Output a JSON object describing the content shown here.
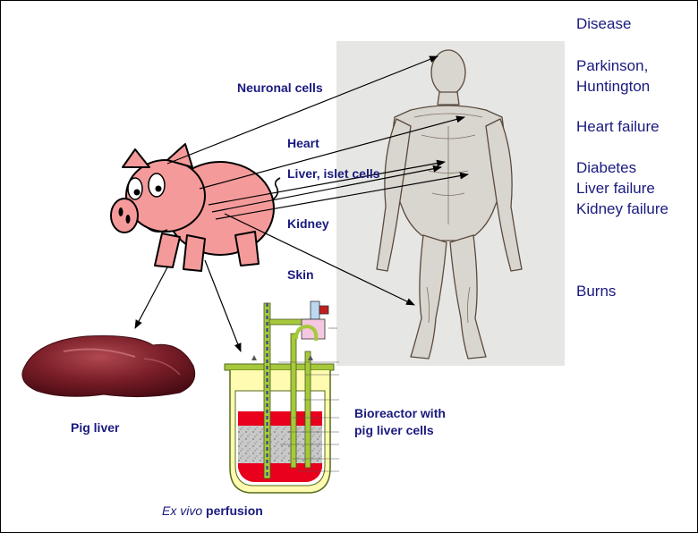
{
  "organ_labels": {
    "neuronal": "Neuronal cells",
    "heart": "Heart",
    "liver_islet": "Liver, islet cells",
    "kidney": "Kidney",
    "skin": "Skin"
  },
  "disease_column": {
    "header": "Disease",
    "neuro_line1": "Parkinson,",
    "neuro_line2": "Huntington",
    "heart": "Heart failure",
    "diabetes": "Diabetes",
    "liver": "Liver failure",
    "kidney": "Kidney failure",
    "burns": "Burns"
  },
  "bottom_labels": {
    "pig_liver": "Pig liver",
    "bioreactor_line1": "Bioreactor with",
    "bioreactor_line2": "pig liver cells",
    "ex_vivo_italic": "Ex vivo",
    "ex_vivo_rest": " perfusion"
  },
  "colors": {
    "label_text": "#1a1a80",
    "pig_pink": "#f59a9a",
    "blood_red": "#e8001c",
    "reactor_green": "#a6c93c"
  }
}
